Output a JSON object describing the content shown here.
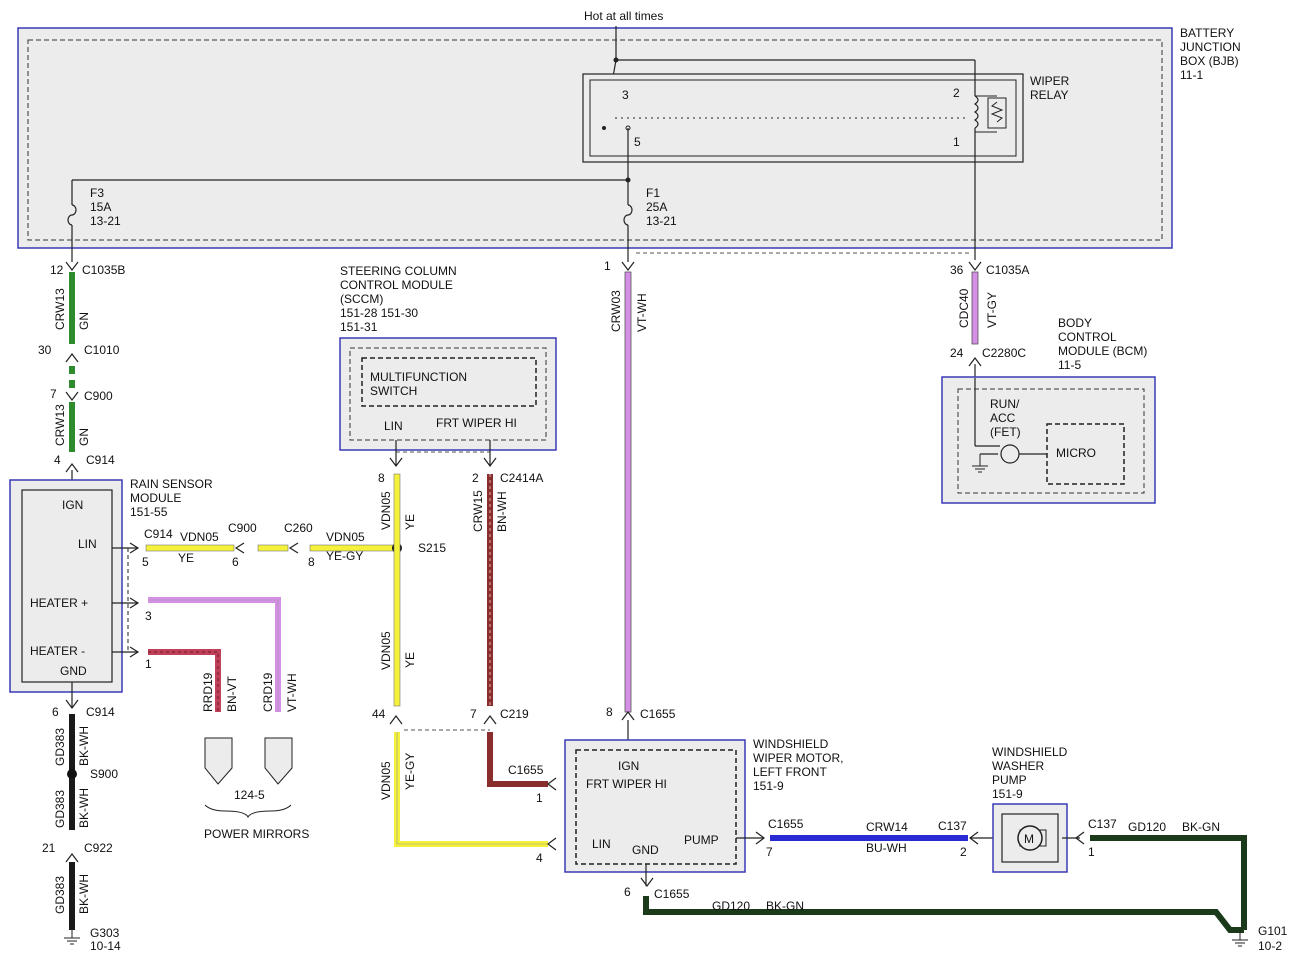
{
  "colors": {
    "frame_blue": "#3a3ab8",
    "box_fill": "#ececec",
    "wire_gn": "#2e8b2e",
    "wire_vt_wh": "#d58fe6",
    "wire_ye": "#f4f13a",
    "wire_bn_wh": "#8a2d2d",
    "wire_bk": "#1a3a1a",
    "wire_bu_wh": "#2a2ad4",
    "wire_rd": "#c0405a"
  },
  "top": {
    "hot": "Hot at all times"
  },
  "bjb": {
    "l1": "BATTERY",
    "l2": "JUNCTION",
    "l3": "BOX (BJB)",
    "l4": "11-1"
  },
  "relay": {
    "l1": "WIPER",
    "l2": "RELAY",
    "pin3": "3",
    "pin5": "5",
    "pin2": "2",
    "pin1": "1"
  },
  "f3": {
    "name": "F3",
    "amp": "15A",
    "ref": "13-21"
  },
  "f1": {
    "name": "F1",
    "amp": "25A",
    "ref": "13-21"
  },
  "left_wire": {
    "c1035b_pin": "12",
    "c1035b": "C1035B",
    "circ1": "CRW13",
    "col1": "GN",
    "c1010_pin": "30",
    "c1010": "C1010",
    "c900_pin": "7",
    "c900": "C900",
    "circ2": "CRW13",
    "col2": "GN",
    "c914_pin": "4",
    "c914": "C914"
  },
  "sccm": {
    "l1": "STEERING COLUMN",
    "l2": "CONTROL MODULE",
    "l3": "(SCCM)",
    "l4": "151-28  151-30",
    "l5": "151-31",
    "sw1": "MULTIFUNCTION",
    "sw2": "SWITCH",
    "lin": "LIN",
    "frt": "FRT WIPER HI"
  },
  "f1_wire": {
    "pin": "1",
    "circ": "CRW03",
    "col": "VT-WH",
    "c1655_pin": "8",
    "c1655": "C1655"
  },
  "bcm_wire": {
    "c1035a_pin": "36",
    "c1035a": "C1035A",
    "circ": "CDC40",
    "col": "VT-GY",
    "c2280c_pin": "24",
    "c2280c": "C2280C"
  },
  "bcm": {
    "l1": "BODY",
    "l2": "CONTROL",
    "l3": "MODULE (BCM)",
    "l4": "11-5",
    "run1": "RUN/",
    "run2": "ACC",
    "run3": "(FET)",
    "micro": "MICRO"
  },
  "rain": {
    "l1": "RAIN SENSOR",
    "l2": "MODULE",
    "l3": "151-55",
    "ign": "IGN",
    "lin": "LIN",
    "heat_p": "HEATER +",
    "heat_m": "HEATER -",
    "gnd": "GND"
  },
  "lin_run": {
    "c914": "C914",
    "circ": "VDN05",
    "c900": "C900",
    "c260": "C260",
    "circ2": "VDN05",
    "pin5": "5",
    "col": "YE",
    "pin6": "6",
    "pin8": "8",
    "col2": "YE-GY",
    "s215": "S215"
  },
  "heater": {
    "pin3": "3",
    "pin1": "1",
    "circ_a": "RRD19",
    "col_a": "BN-VT",
    "circ_b": "CRD19",
    "col_b": "VT-WH",
    "ref": "124-5",
    "label": "POWER MIRRORS"
  },
  "sccm_lin": {
    "pin8": "8",
    "circ": "VDN05",
    "col": "YE",
    "circ2": "VDN05",
    "col2": "YE",
    "pin44": "44",
    "circ3": "VDN05",
    "col3": "YE-GY"
  },
  "frt_wire": {
    "pin2": "2",
    "c2414a": "C2414A",
    "circ": "CRW15",
    "col": "BN-WH",
    "pin7": "7",
    "c219": "C219",
    "c1655": "C1655",
    "pin1": "1",
    "pin4": "4"
  },
  "motor": {
    "l1": "WINDSHIELD",
    "l2": "WIPER MOTOR,",
    "l3": "LEFT FRONT",
    "l4": "151-9",
    "ign": "IGN",
    "frt": "FRT WIPER HI",
    "lin": "LIN",
    "gnd": "GND",
    "pump": "PUMP"
  },
  "pump_wire": {
    "c1655": "C1655",
    "pin7": "7",
    "circ": "CRW14",
    "col": "BU-WH",
    "c137": "C137",
    "pin2": "2"
  },
  "washer": {
    "l1": "WINDSHIELD",
    "l2": "WASHER",
    "l3": "PUMP",
    "l4": "151-9",
    "m": "M"
  },
  "ground_run": {
    "c137": "C137",
    "pin1": "1",
    "circ": "GD120",
    "col": "BK-GN",
    "pin6": "6",
    "c1655": "C1655",
    "circ2": "GD120",
    "col2": "BK-GN",
    "g101": "G101",
    "g101_ref": "10-2"
  },
  "rain_gnd": {
    "pin6": "6",
    "c914": "C914",
    "circ": "GD383",
    "col": "BK-WH",
    "s900": "S900",
    "circ2": "GD383",
    "col2": "BK-WH",
    "pin21": "21",
    "c922": "C922",
    "circ3": "GD383",
    "col3": "BK-WH",
    "g303": "G303",
    "g303_ref": "10-14"
  }
}
